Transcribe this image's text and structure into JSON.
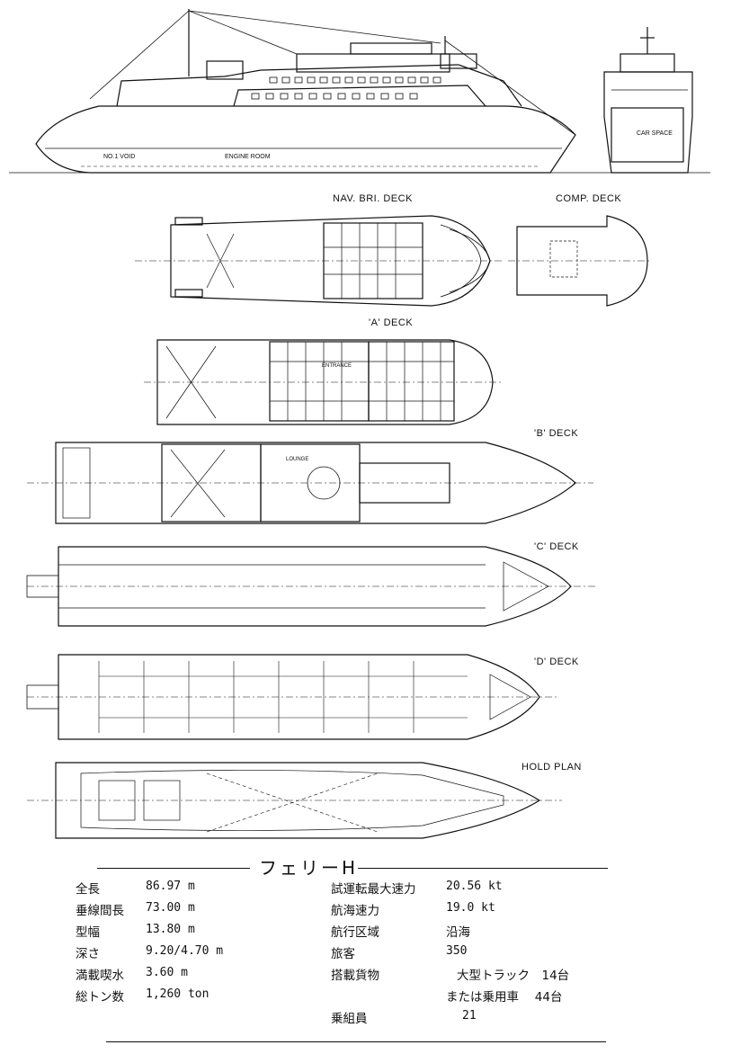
{
  "deck_labels": {
    "nav": "NAV. BRI. DECK",
    "comp": "COMP. DECK",
    "a": "'A' DECK",
    "b": "'B' DECK",
    "c": "'C' DECK",
    "d": "'D' DECK",
    "hold": "HOLD PLAN"
  },
  "profile_labels": {
    "car_space": "CAR SPACE",
    "engine_room": "ENGINE ROOM",
    "void": "NO.1 VOID",
    "entrance": "ENTRANCE",
    "lounge": "LOUNGE"
  },
  "title": "フェリーH",
  "specs_left": [
    {
      "label": "全長",
      "value": "86.97 m"
    },
    {
      "label": "垂線間長",
      "value": "73.00 m"
    },
    {
      "label": "型幅",
      "value": "13.80 m"
    },
    {
      "label": "深さ",
      "value": "9.20/4.70 m"
    },
    {
      "label": "満載喫水",
      "value": "3.60 m"
    },
    {
      "label": "総トン数",
      "value": "1,260 ton"
    }
  ],
  "specs_right": [
    {
      "label": "試運転最大速力",
      "value": "20.56 kt"
    },
    {
      "label": "航海速力",
      "value": "19.0  kt"
    },
    {
      "label": "航行区域",
      "value": "沿海"
    },
    {
      "label": "旅客",
      "value": "350"
    },
    {
      "label": "搭載貨物",
      "value": "大型トラック　14台"
    },
    {
      "label": "",
      "value": "または乗用車　 44台"
    },
    {
      "label": "乗組員",
      "value": "21"
    }
  ]
}
